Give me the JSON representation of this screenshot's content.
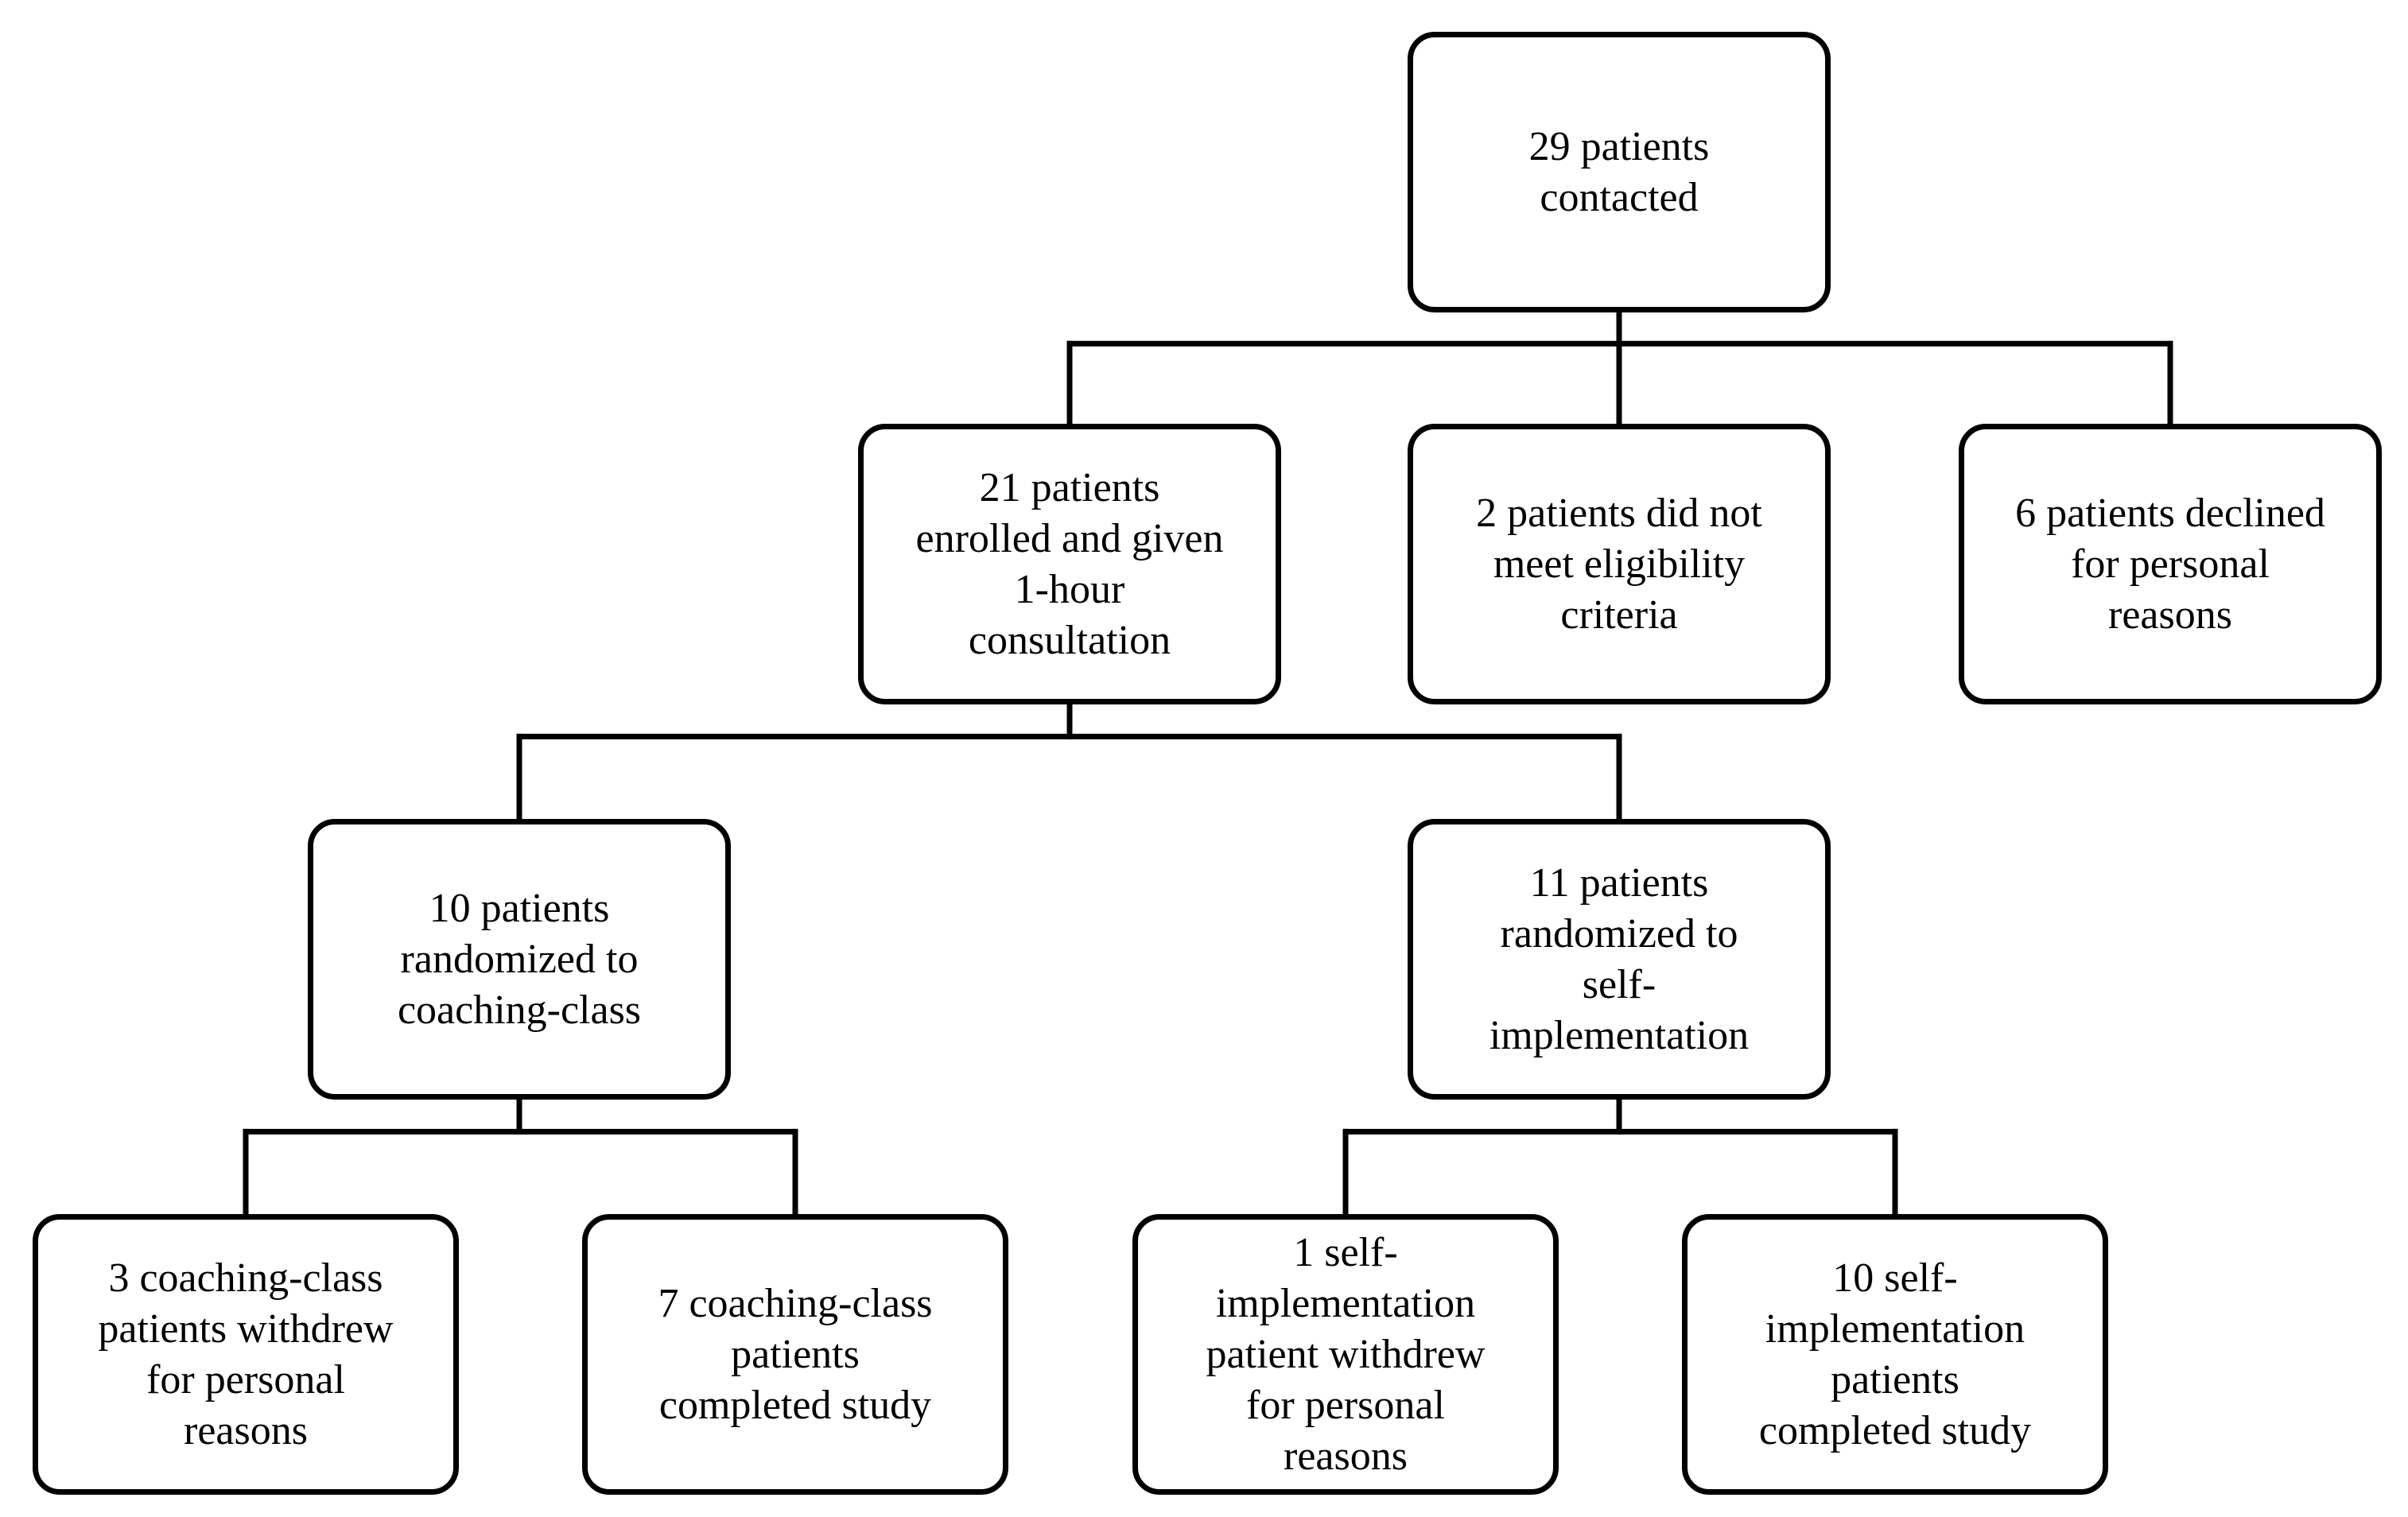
{
  "diagram": {
    "nodes": {
      "contacted": {
        "text": "29 patients\ncontacted"
      },
      "enrolled": {
        "text": "21 patients\nenrolled and given\n1-hour\nconsultation"
      },
      "ineligible": {
        "text": "2 patients did not\nmeet eligibility\ncriteria"
      },
      "declined": {
        "text": "6 patients declined\nfor personal\nreasons"
      },
      "coaching": {
        "text": "10 patients\nrandomized to\ncoaching-class"
      },
      "self_impl": {
        "text": "11 patients\nrandomized to\nself-\nimplementation"
      },
      "coaching_withdrew": {
        "text": "3 coaching-class\npatients withdrew\nfor personal\nreasons"
      },
      "coaching_completed": {
        "text": "7 coaching-class\npatients\ncompleted study"
      },
      "self_withdrew": {
        "text": "1 self-\nimplementation\npatient withdrew\nfor personal\nreasons"
      },
      "self_completed": {
        "text": "10 self-\nimplementation\npatients\ncompleted study"
      }
    },
    "edges": [
      {
        "from": "contacted",
        "to": [
          "enrolled",
          "ineligible",
          "declined"
        ]
      },
      {
        "from": "enrolled",
        "to": [
          "coaching",
          "self_impl"
        ]
      },
      {
        "from": "coaching",
        "to": [
          "coaching_withdrew",
          "coaching_completed"
        ]
      },
      {
        "from": "self_impl",
        "to": [
          "self_withdrew",
          "self_completed"
        ]
      }
    ],
    "colors": {
      "stroke": "#000000",
      "fill": "#ffffff",
      "text": "#000000"
    }
  }
}
